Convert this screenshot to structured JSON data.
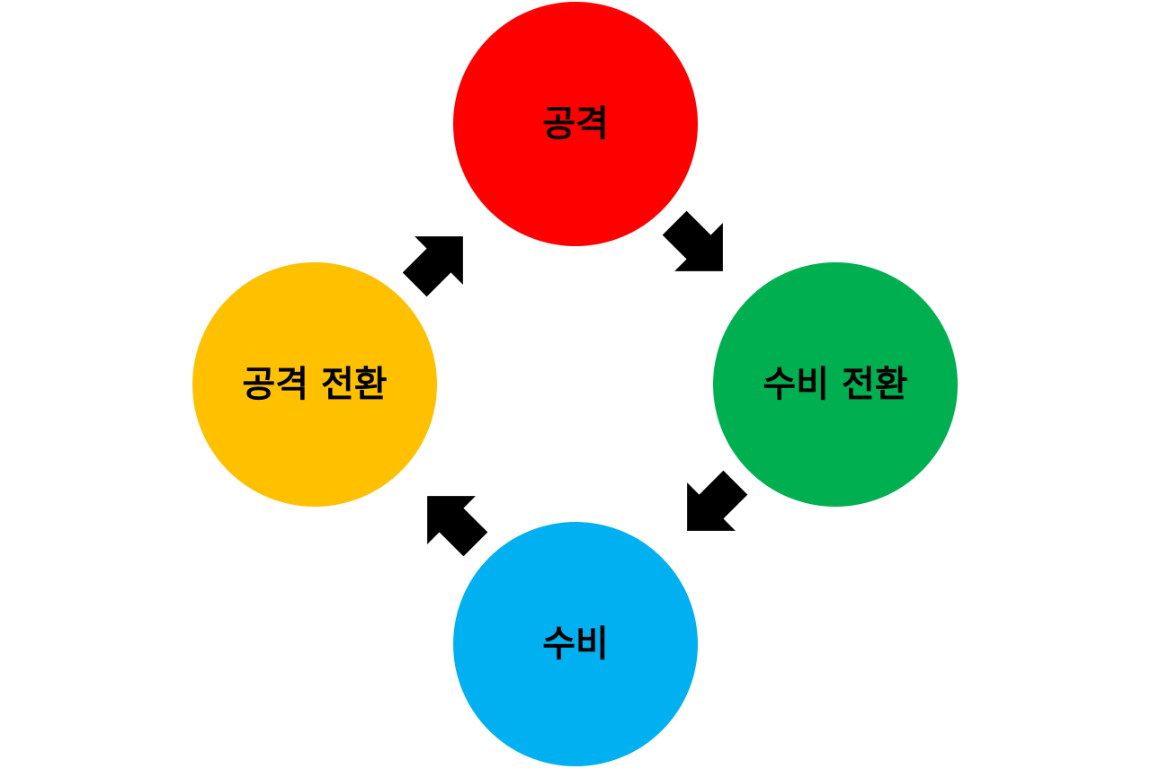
{
  "diagram": {
    "nodes": [
      {
        "id": "attack",
        "label": "공격",
        "color": "#FF0000"
      },
      {
        "id": "defense-transition",
        "label": "수비 전환",
        "color": "#00B050"
      },
      {
        "id": "defense",
        "label": "수비",
        "color": "#00B0F0"
      },
      {
        "id": "attack-transition",
        "label": "공격 전환",
        "color": "#FFC000"
      }
    ],
    "arrow_color": "#000000",
    "flow": [
      {
        "from": "attack",
        "to": "defense-transition"
      },
      {
        "from": "defense-transition",
        "to": "defense"
      },
      {
        "from": "defense",
        "to": "attack-transition"
      },
      {
        "from": "attack-transition",
        "to": "attack"
      }
    ]
  }
}
